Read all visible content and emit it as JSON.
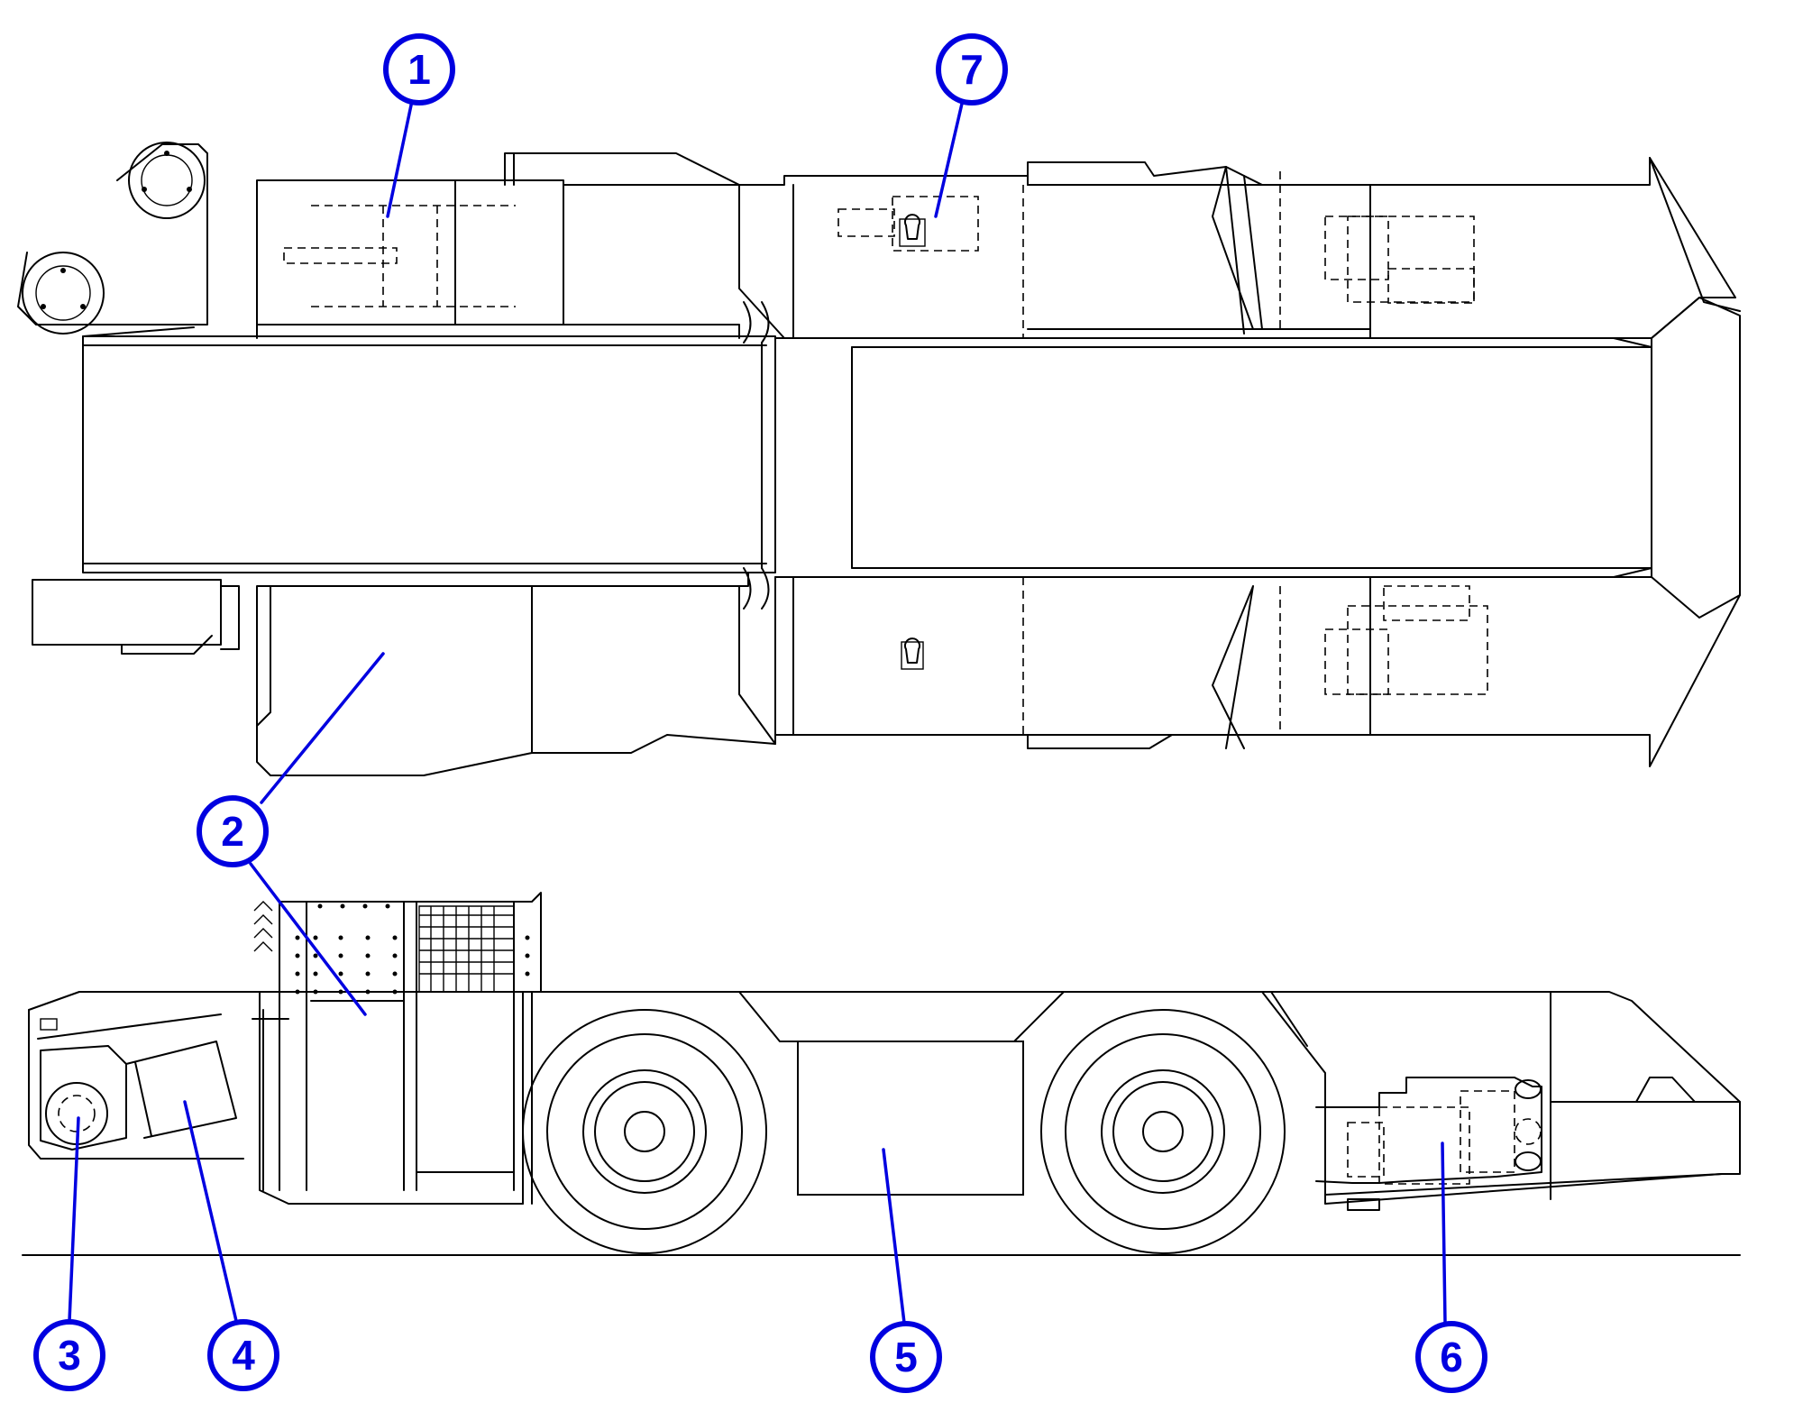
{
  "diagram": {
    "callouts": [
      {
        "id": "1",
        "label": "1"
      },
      {
        "id": "7",
        "label": "7"
      },
      {
        "id": "2",
        "label": "2"
      },
      {
        "id": "3",
        "label": "3"
      },
      {
        "id": "4",
        "label": "4"
      },
      {
        "id": "5",
        "label": "5"
      },
      {
        "id": "6",
        "label": "6"
      }
    ],
    "colors": {
      "callout": "#0000e0",
      "line": "#000000",
      "background": "#ffffff"
    }
  }
}
